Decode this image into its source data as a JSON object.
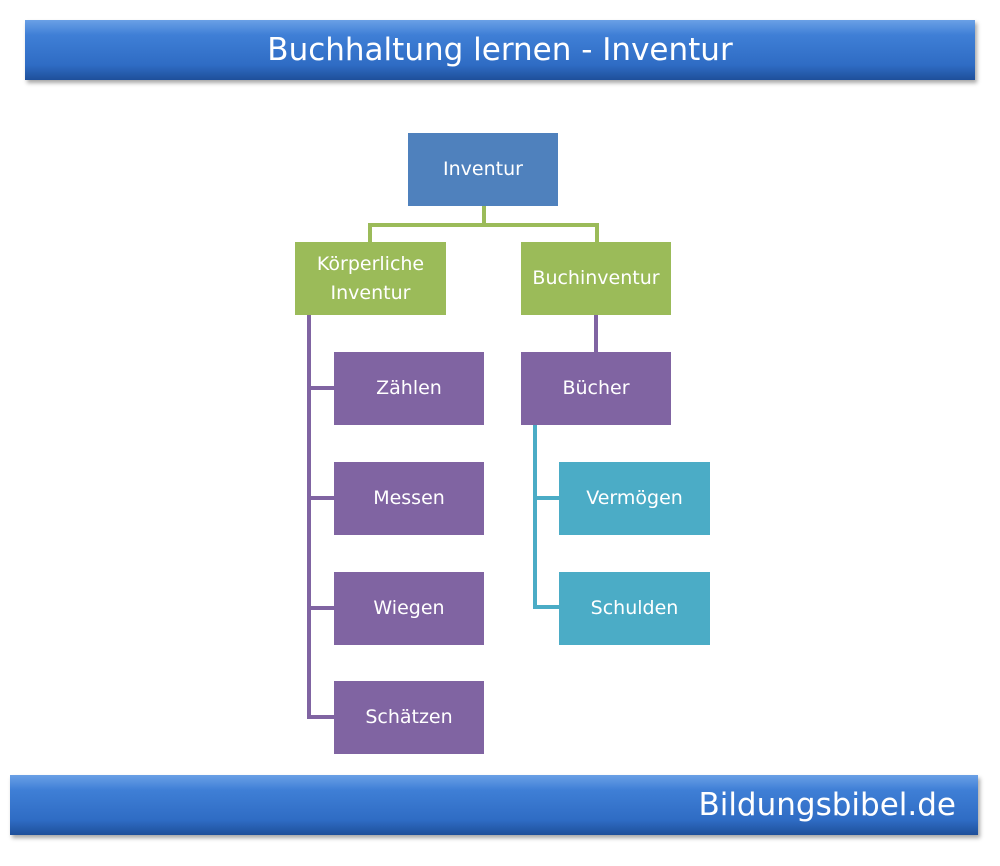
{
  "title": "Buchhaltung lernen - Inventur",
  "footer": "Bildungsbibel.de",
  "nodes": {
    "root": "Inventur",
    "physical": "Körperliche Inventur",
    "book": "Buchinventur",
    "physical_children": [
      "Zählen",
      "Messen",
      "Wiegen",
      "Schätzen"
    ],
    "books": "Bücher",
    "books_children": [
      "Vermögen",
      "Schulden"
    ]
  },
  "colors": {
    "banner": "#3f7fd6",
    "root": "#4f81bd",
    "level1": "#9bbb59",
    "level2": "#8064a2",
    "level3": "#4bacc6"
  }
}
